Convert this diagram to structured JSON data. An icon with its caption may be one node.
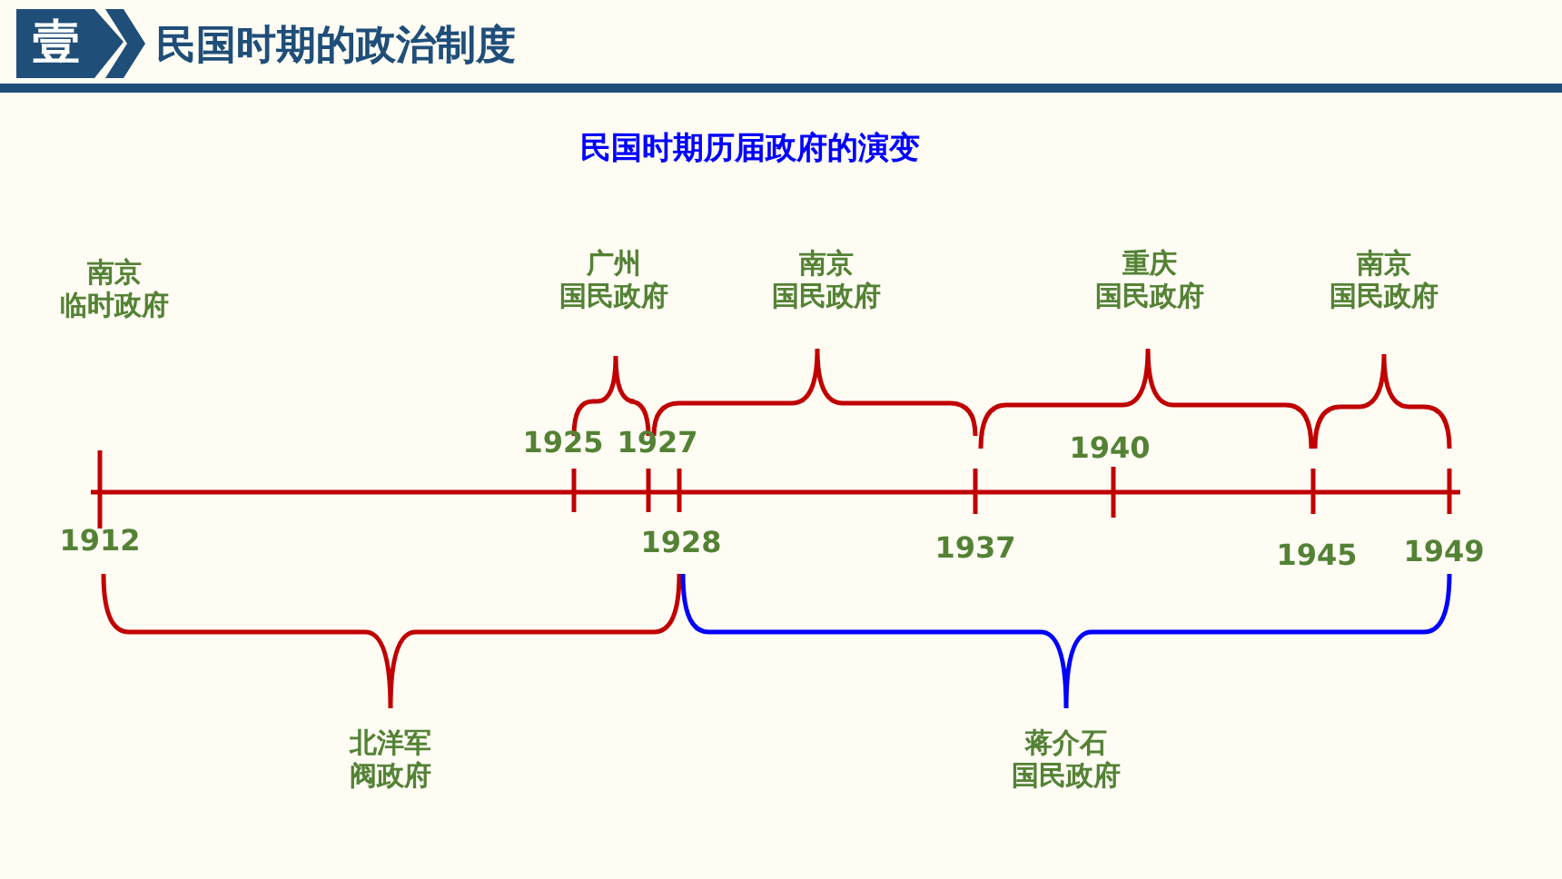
{
  "diagram": {
    "title": "民国时期的政治制度",
    "labels": [
      "壹",
      "民国时期历届政府的演变",
      "南京临时政府",
      "广州国民政府",
      "南京国民政府",
      "重庆国民政府",
      "南京国民政府",
      "1925",
      "1927",
      "1940",
      "1912",
      "1928",
      "1937",
      "1945",
      "1949",
      "北洋军阀政府",
      "蒋介石国民政府"
    ]
  }
}
